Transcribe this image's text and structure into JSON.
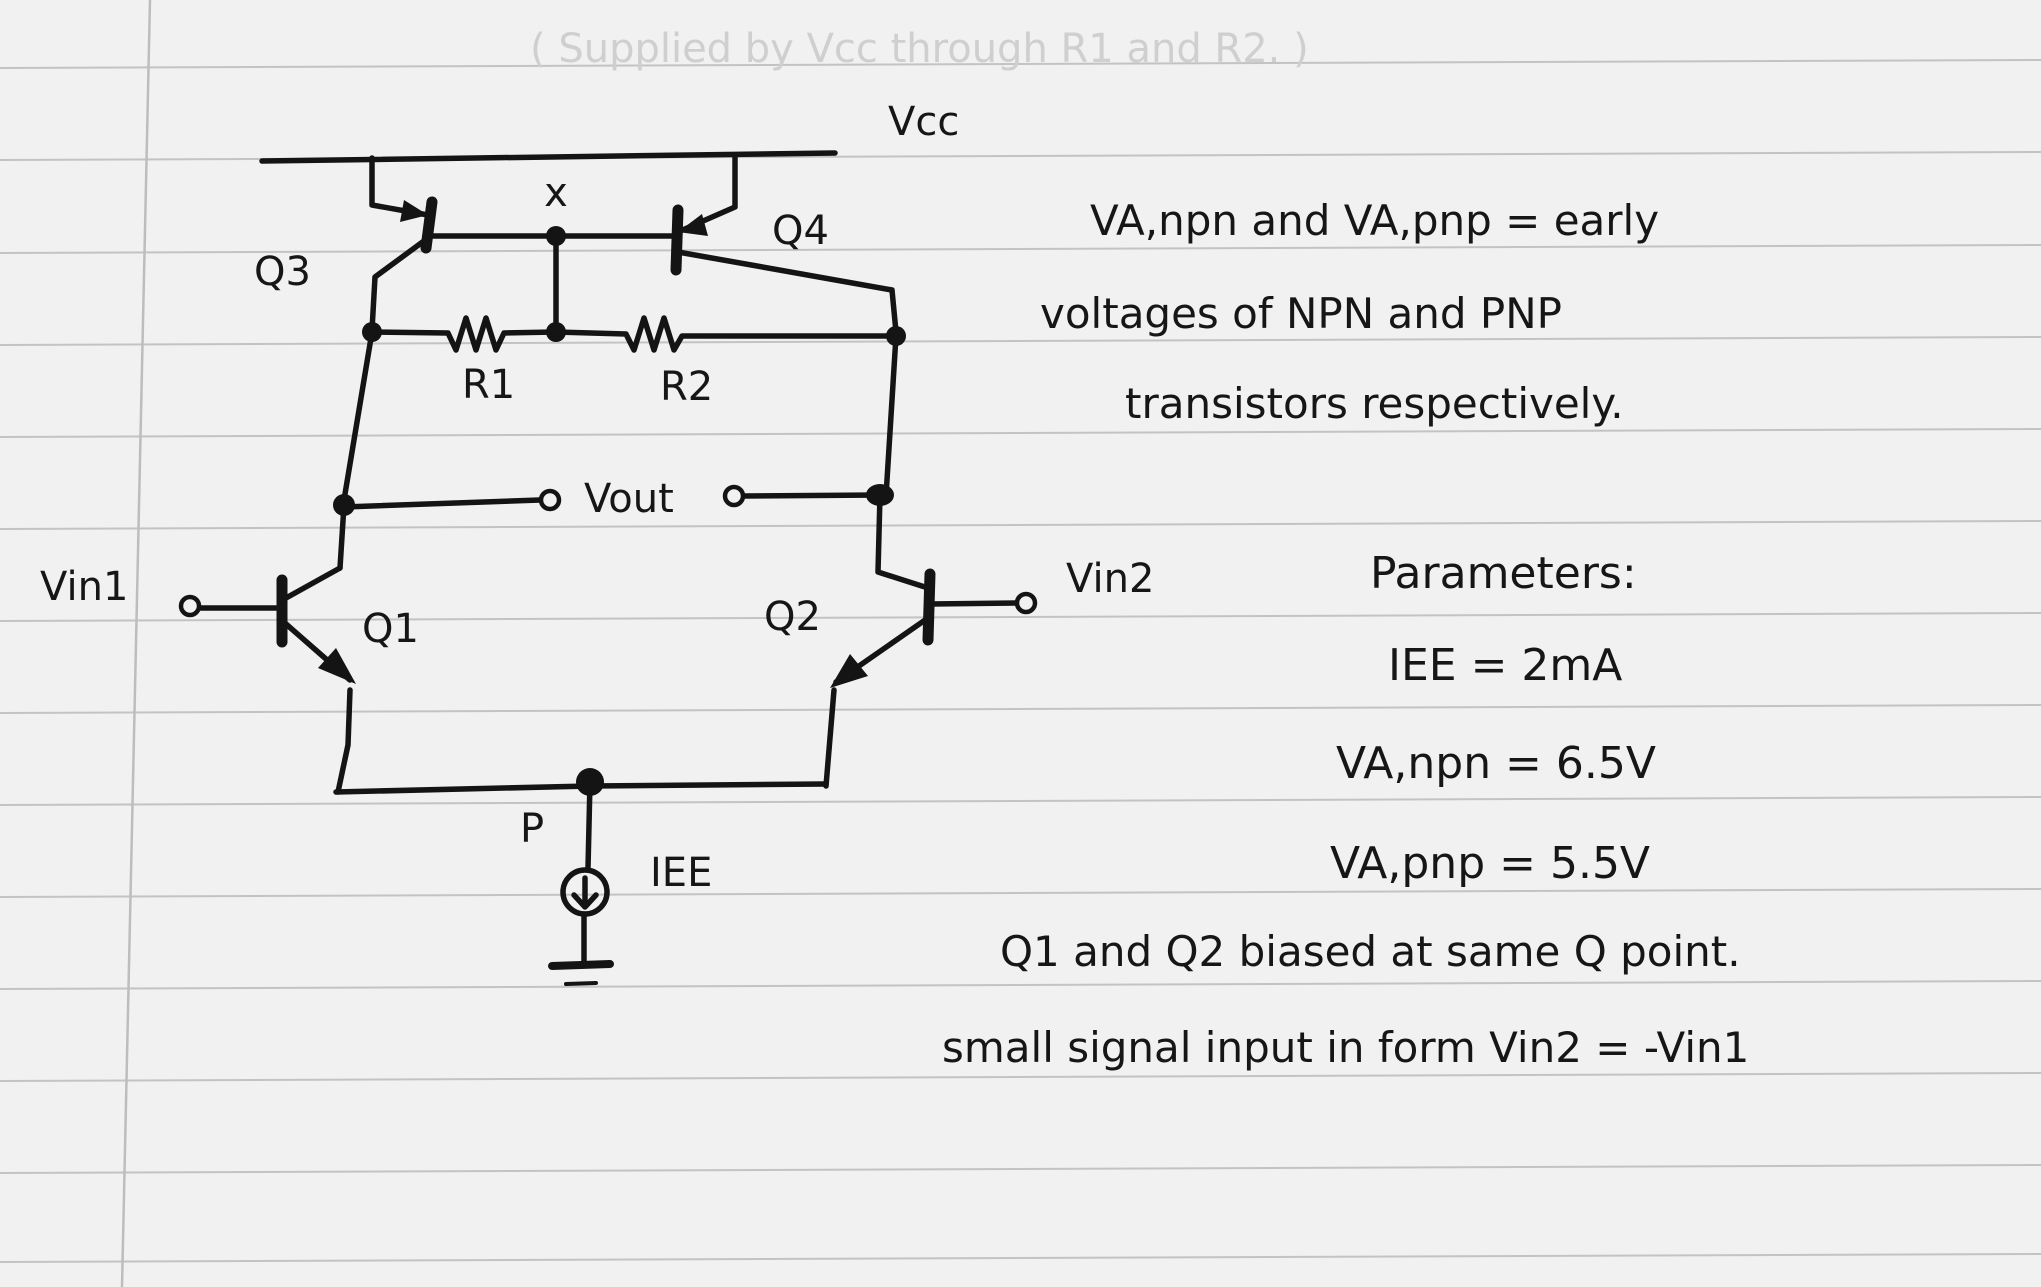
{
  "header_note": "( Supplied by Vcc through R1 and R2. )",
  "circuit": {
    "vcc": "Vcc",
    "node_x": "x",
    "q1": "Q1",
    "q2": "Q2",
    "q3": "Q3",
    "q4": "Q4",
    "r1": "R1",
    "r2": "R2",
    "vout": "Vout",
    "vin1": "Vin1",
    "vin2": "Vin2",
    "node_p": "P",
    "iee": "IEE"
  },
  "notes": {
    "early_line1": "VA,npn and VA,pnp = early",
    "early_line2": "voltages of NPN and PNP",
    "early_line3": "transistors respectively."
  },
  "parameters": {
    "heading": "Parameters:",
    "iee": "IEE = 2mA",
    "va_npn": "VA,npn = 6.5V",
    "va_pnp": "VA,pnp = 5.5V"
  },
  "footer": {
    "line1": "Q1 and Q2 biased at same Q point.",
    "line2": "small signal input in form Vin2 = -Vin1"
  }
}
